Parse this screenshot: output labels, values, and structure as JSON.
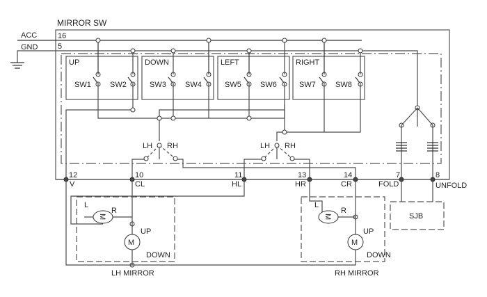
{
  "title": "MIRROR SW",
  "power": {
    "acc_label": "ACC",
    "acc_pin": "16",
    "gnd_label": "GND",
    "gnd_pin": "5"
  },
  "switch_groups": [
    {
      "label": "UP",
      "switches": [
        "SW1",
        "SW2"
      ]
    },
    {
      "label": "DOWN",
      "switches": [
        "SW3",
        "SW4"
      ]
    },
    {
      "label": "LEFT",
      "switches": [
        "SW5",
        "SW6"
      ]
    },
    {
      "label": "RIGHT",
      "switches": [
        "SW7",
        "SW8"
      ]
    }
  ],
  "selector": {
    "left_label": "LH",
    "right_label": "RH"
  },
  "pins": [
    {
      "num": "12",
      "name": "V"
    },
    {
      "num": "10",
      "name": "CL"
    },
    {
      "num": "11",
      "name": "HL"
    },
    {
      "num": "13",
      "name": "HR"
    },
    {
      "num": "14",
      "name": "CR"
    },
    {
      "num": "7",
      "name": "FOLD"
    },
    {
      "num": "8",
      "name": "UNFOLD"
    }
  ],
  "mirrors": [
    {
      "label": "LH MIRROR",
      "lr_left": "L",
      "lr_right": "R",
      "motor": "M",
      "up": "UP",
      "down": "DOWN"
    },
    {
      "label": "RH MIRROR",
      "lr_left": "L",
      "lr_right": "R",
      "motor": "M",
      "up": "UP",
      "down": "DOWN"
    }
  ],
  "sjb_label": "SJB"
}
